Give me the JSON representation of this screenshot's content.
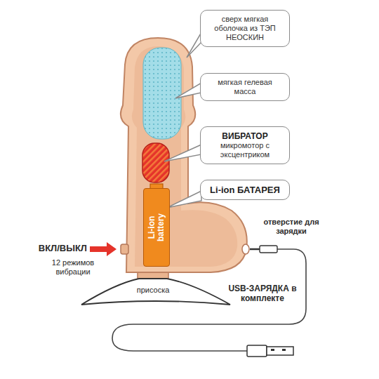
{
  "diagram": {
    "nodes": [
      {
        "text": [
          "сверх мягкая оболочка из ТЭП НЕОСКИН"
        ]
      },
      {
        "text": [
          "мягкая гелевая масса"
        ]
      },
      {
        "text": [
          "ВИБРАТОР",
          "микромотор с эксцентриком"
        ]
      },
      {
        "text": [
          "Li-ion БАТАРЕЯ"
        ]
      },
      {
        "text": [
          "Li-ion battery"
        ]
      }
    ],
    "labels": [
      "присоска",
      "ВКЛ/ВЫКЛ",
      "12 режимов вибрации",
      "отверстие для зарядки",
      "USB-ЗАРЯДКА в комплекте"
    ]
  }
}
